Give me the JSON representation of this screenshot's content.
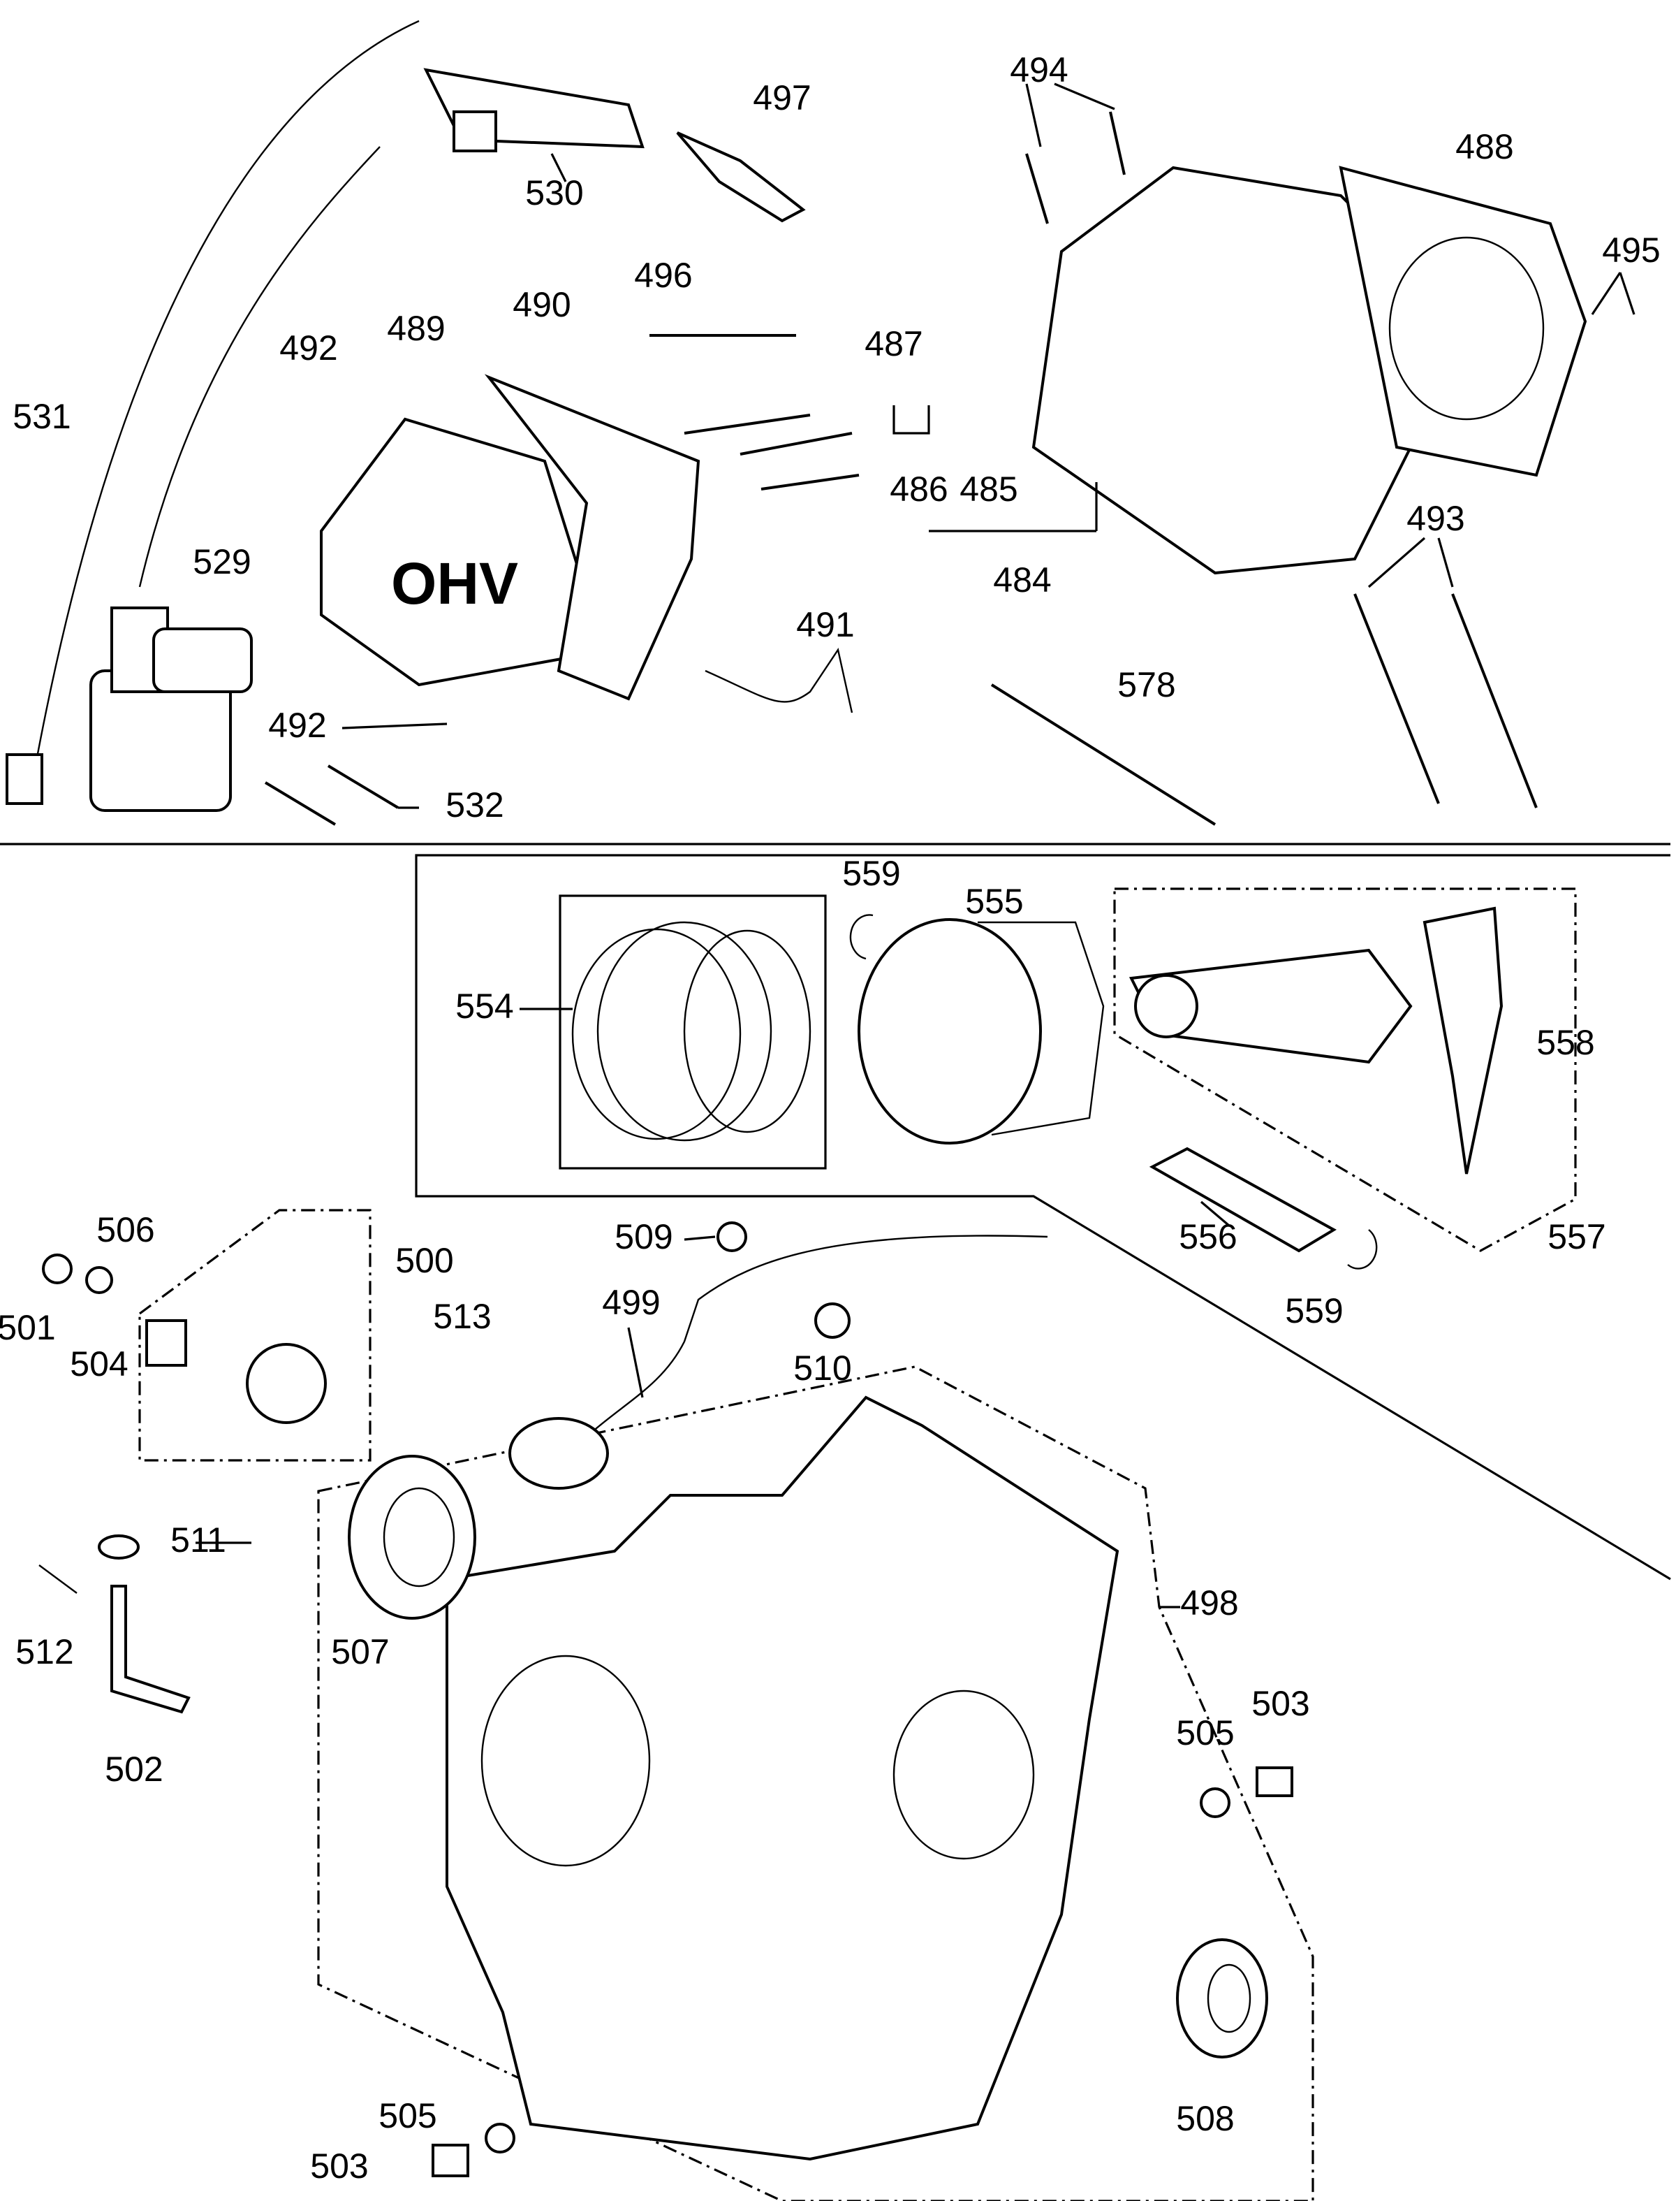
{
  "diagram": {
    "type": "exploded parts diagram",
    "stamp_text": "OHV",
    "labels": {
      "p497": "497",
      "p530": "530",
      "p494": "494",
      "p488": "488",
      "p495": "495",
      "p496": "496",
      "p490": "490",
      "p489": "489",
      "p492a": "492",
      "p531": "531",
      "p487": "487",
      "p486": "486",
      "p485": "485",
      "p484": "484",
      "p493": "493",
      "p529": "529",
      "p491": "491",
      "p578": "578",
      "p492b": "492",
      "p532": "532",
      "p559a": "559",
      "p555": "555",
      "p554": "554",
      "p558": "558",
      "p556": "556",
      "p557": "557",
      "p559b": "559",
      "p506": "506",
      "p500": "500",
      "p509": "509",
      "p499": "499",
      "p513": "513",
      "p501": "501",
      "p504": "504",
      "p510": "510",
      "p511": "511",
      "p498": "498",
      "p507": "507",
      "p512": "512",
      "p503a": "503",
      "p505a": "505",
      "p502": "502",
      "p508": "508",
      "p505b": "505",
      "p503b": "503"
    }
  }
}
